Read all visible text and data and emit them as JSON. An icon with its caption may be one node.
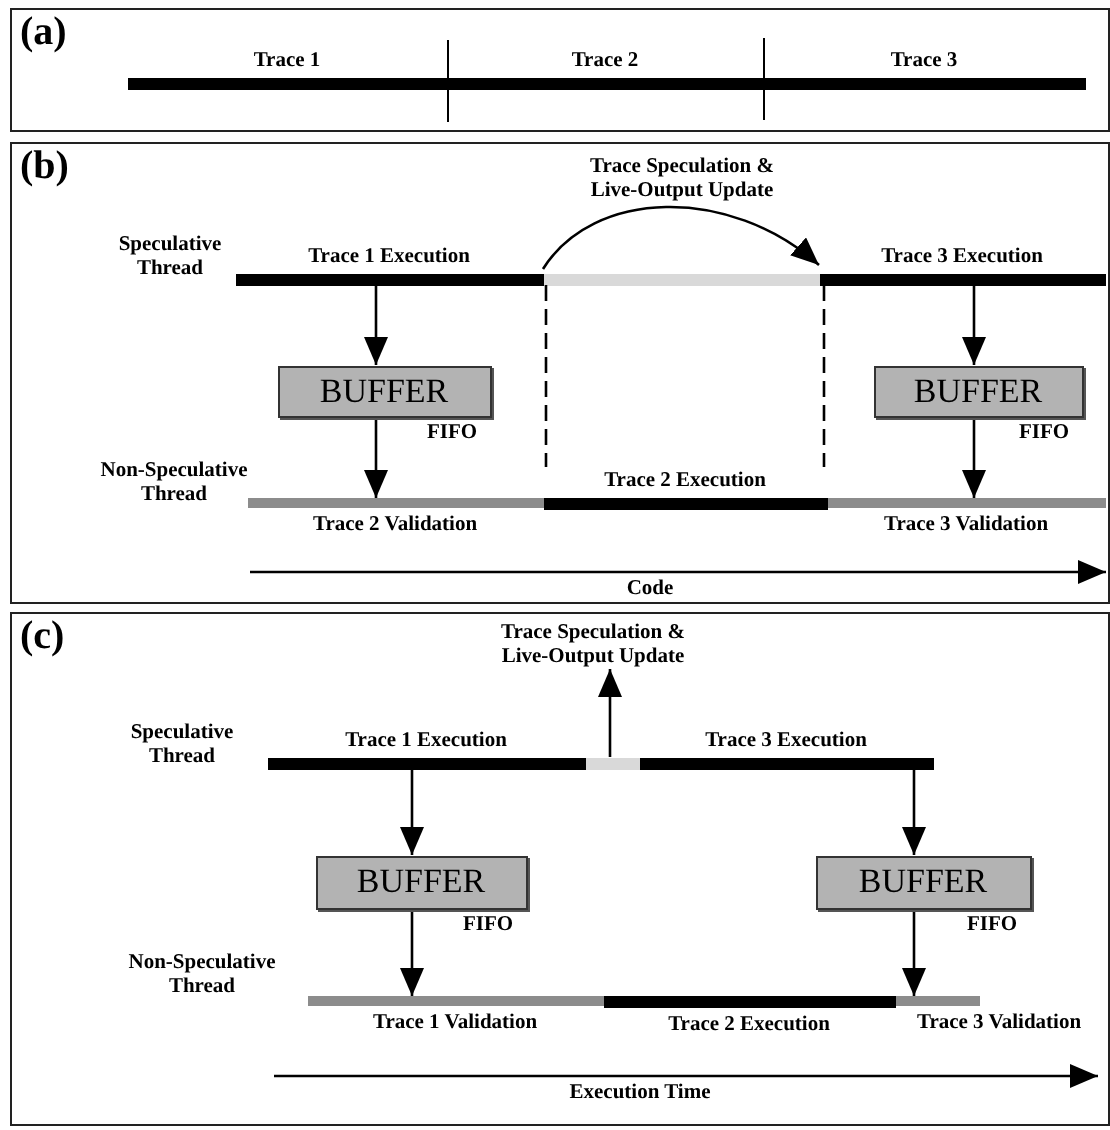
{
  "diagram": {
    "nodes": [
      {
        "text": [
          "(a)"
        ]
      },
      {
        "text": [
          "Trace 1"
        ],
        "in": 0
      },
      {
        "text": [
          "Trace 2"
        ],
        "in": 0
      },
      {
        "text": [
          "Trace 3"
        ],
        "in": 0
      },
      {
        "text": [
          "(b)"
        ]
      },
      {
        "text": [
          "Trace 1 Execution"
        ],
        "in": 4
      },
      {
        "text": [],
        "shape": "bar",
        "in": 4
      },
      {
        "text": [
          "Trace 3 Execution"
        ],
        "in": 4
      },
      {
        "text": [
          "BUFFER"
        ],
        "beside": [
          "FIFO"
        ],
        "in": 4
      },
      {
        "text": [
          "BUFFER"
        ],
        "beside": [
          "FIFO"
        ],
        "in": 4
      },
      {
        "text": [
          "Trace 2 Validation"
        ],
        "in": 4
      },
      {
        "text": [
          "Trace 2 Execution"
        ],
        "in": 4
      },
      {
        "text": [
          "Trace 3 Validation"
        ],
        "in": 4
      },
      {
        "text": [
          "(c)"
        ]
      },
      {
        "text": [
          "Trace 1 Execution"
        ],
        "in": 13
      },
      {
        "text": [],
        "shape": "bar",
        "in": 13
      },
      {
        "text": [
          "Trace 3 Execution"
        ],
        "in": 13
      },
      {
        "text": [
          "BUFFER"
        ],
        "beside": [
          "FIFO"
        ],
        "in": 13
      },
      {
        "text": [
          "BUFFER"
        ],
        "beside": [
          "FIFO"
        ],
        "in": 13
      },
      {
        "text": [
          "Trace 1 Validation"
        ],
        "in": 13
      },
      {
        "text": [
          "Trace 2 Execution"
        ],
        "in": 13
      },
      {
        "text": [
          "Trace 3 Validation"
        ],
        "in": 13
      },
      {
        "text": [
          "Trace Speculation & Live-Output Update"
        ],
        "in": 13
      }
    ],
    "edges": [
      {
        "from": 5,
        "to": 7,
        "arrow": "to",
        "label": "Trace Speculation & Live-Output Update"
      },
      {
        "from": 6,
        "to": 11,
        "arrow": "none",
        "style": "dashed"
      },
      {
        "from": 6,
        "to": 11,
        "arrow": "none",
        "style": "dashed"
      },
      {
        "from": 5,
        "to": 8,
        "arrow": "to"
      },
      {
        "from": 8,
        "to": 10,
        "arrow": "to"
      },
      {
        "from": 7,
        "to": 9,
        "arrow": "to"
      },
      {
        "from": 9,
        "to": 12,
        "arrow": "to"
      },
      {
        "from": 15,
        "to": 22,
        "arrow": "to"
      },
      {
        "from": 14,
        "to": 17,
        "arrow": "to"
      },
      {
        "from": 17,
        "to": 19,
        "arrow": "to"
      },
      {
        "from": 16,
        "to": 18,
        "arrow": "to"
      },
      {
        "from": 18,
        "to": 21,
        "arrow": "to"
      }
    ],
    "labels": [
      "Speculative Thread",
      "Non-Speculative Thread",
      "Code",
      "Speculative Thread",
      "Non-Speculative Thread",
      "Execution Time"
    ]
  }
}
